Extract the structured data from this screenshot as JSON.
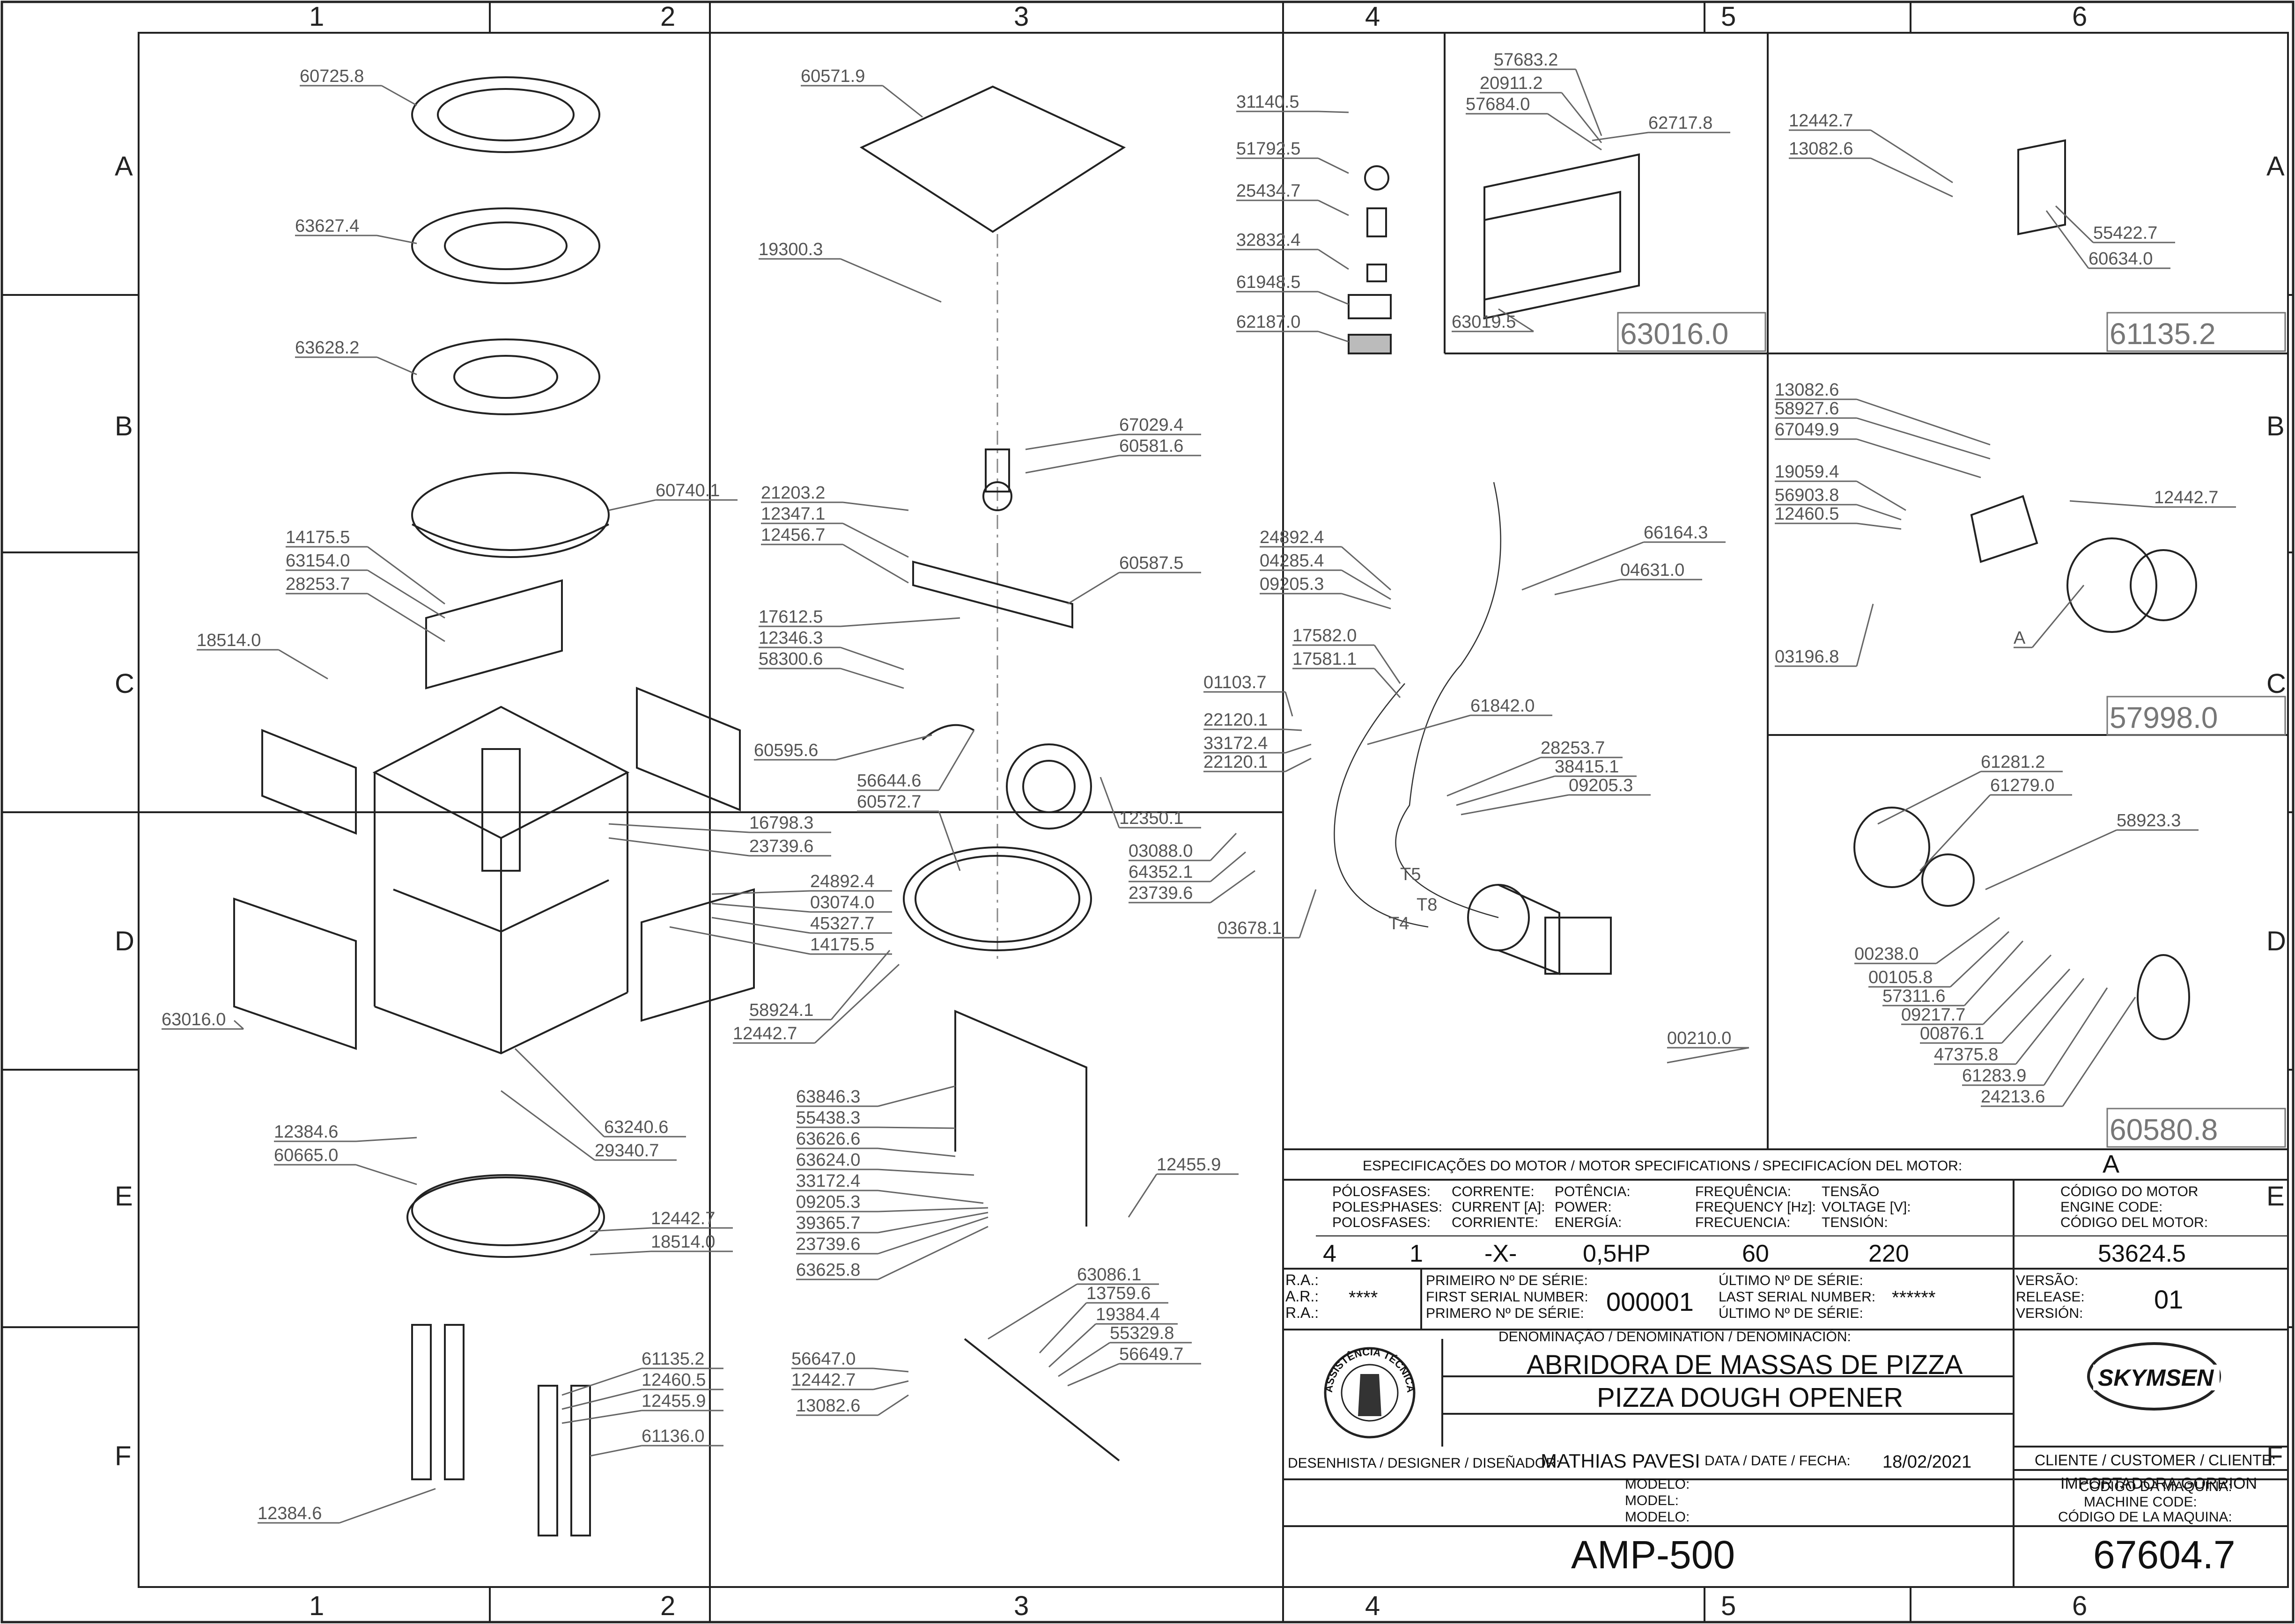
{
  "grid": {
    "columns": [
      "1",
      "2",
      "3",
      "4",
      "5",
      "6"
    ],
    "rows": [
      "A",
      "B",
      "C",
      "D",
      "E",
      "F"
    ]
  },
  "parts": [
    "60725.8",
    "63627.4",
    "63628.2",
    "60740.1",
    "14175.5",
    "63154.0",
    "28253.7",
    "18514.0",
    "16798.3",
    "23739.6",
    "24892.4",
    "03074.0",
    "45327.7",
    "14175.5",
    "63016.0",
    "58924.1",
    "12442.7",
    "63240.6",
    "29340.7",
    "12384.6",
    "60665.0",
    "12442.7",
    "18514.0",
    "61135.2",
    "12460.5",
    "12455.9",
    "61136.0",
    "12384.6",
    "60571.9",
    "19300.3",
    "67029.4",
    "60581.6",
    "21203.2",
    "12347.1",
    "12456.7",
    "60587.5",
    "17612.5",
    "12346.3",
    "58300.6",
    "60595.6",
    "56644.6",
    "60572.7",
    "12350.1",
    "63846.3",
    "55438.3",
    "63626.6",
    "63624.0",
    "33172.4",
    "09205.3",
    "39365.7",
    "23739.6",
    "63625.8",
    "12455.9",
    "63086.1",
    "13759.6",
    "19384.4",
    "55329.8",
    "56649.7",
    "56647.0",
    "12442.7",
    "13082.6",
    "31140.5",
    "51792.5",
    "25434.7",
    "32832.4",
    "61948.5",
    "62187.0",
    "24892.4",
    "04285.4",
    "09205.3",
    "66164.3",
    "04631.0",
    "17582.0",
    "17581.1",
    "01103.7",
    "22120.1",
    "33172.4",
    "22120.1",
    "61842.0",
    "28253.7",
    "38415.1",
    "09205.3",
    "03088.0",
    "64352.1",
    "23739.6",
    "03678.1",
    "00210.0",
    "57683.2",
    "20911.2",
    "57684.0",
    "62717.8",
    "63019.5",
    "12442.7",
    "13082.6",
    "55422.7",
    "60634.0",
    "13082.6",
    "58927.6",
    "67049.9",
    "19059.4",
    "56903.8",
    "12460.5",
    "12442.7",
    "03196.8",
    "A",
    "61281.2",
    "61279.0",
    "58923.3",
    "00238.0",
    "00105.8",
    "57311.6",
    "09217.7",
    "00876.1",
    "47375.8",
    "61283.9",
    "24213.6"
  ],
  "wiring_terminals": [
    "T5",
    "T8",
    "T4"
  ],
  "box_titles": {
    "box5": "63016.0",
    "box6a": "61135.2",
    "box6b": "57998.0",
    "box6c": "60580.8"
  },
  "title_block": {
    "motor_spec_header": "ESPECIFICAÇÕES DO MOTOR / MOTOR SPECIFICATIONS / SPECIFICACÍON DEL MOTOR:",
    "motor_letter": "A",
    "col_heads": [
      [
        "PÓLOS:",
        "POLES:",
        "POLOS:"
      ],
      [
        "FASES:",
        "PHASES:",
        "FASES:"
      ],
      [
        "CORRENTE:",
        "CURRENT [A]:",
        "CORRIENTE:"
      ],
      [
        "POTÊNCIA:",
        "POWER:",
        "ENERGÍA:"
      ],
      [
        "FREQUÊNCIA:",
        "FREQUENCY [Hz]:",
        "FRECUENCIA:"
      ],
      [
        "TENSÃO",
        "VOLTAGE [V]:",
        "TENSIÓN:"
      ],
      [
        "CÓDIGO DO MOTOR",
        "ENGINE CODE:",
        "CÓDIGO DEL MOTOR:"
      ]
    ],
    "col_values": [
      "4",
      "1",
      "-X-",
      "0,5HP",
      "60",
      "220",
      "53624.5"
    ],
    "ra_labels": [
      "R.A.:",
      "A.R.:",
      "R.A.:"
    ],
    "ra_value": "****",
    "first_serial_labels": [
      "PRIMEIRO Nº DE SÉRIE:",
      "FIRST SERIAL NUMBER:",
      "PRIMERO Nº DE SÉRIE:"
    ],
    "first_serial": "000001",
    "last_serial_labels": [
      "ÚLTIMO Nº DE SÉRIE:",
      "LAST SERIAL NUMBER:",
      "ÚLTIMO Nº DE SÉRIE:"
    ],
    "last_serial": "******",
    "version_labels": [
      "VERSÃO:",
      "RELEASE:",
      "VERSIÓN:"
    ],
    "version": "01",
    "denomination_label": "DENOMINAÇÃO / DENOMINATION / DENOMINACIÓN:",
    "name_pt": "ABRIDORA DE MASSAS DE PIZZA",
    "name_en": "PIZZA DOUGH OPENER",
    "seal_text": "ASSISTÊNCIA TÉCNICA AUTORIZADA",
    "brand": "SKYMSEN",
    "client_label": "CLIENTE / CUSTOMER / CLIENTE:",
    "client": "IMPORTADORA GORRION",
    "designer_label": "DESENHISTA / DESIGNER / DISEÑADOR:",
    "designer": "MATHIAS PAVESI",
    "date_label": "DATA / DATE / FECHA:",
    "date": "18/02/2021",
    "model_labels": [
      "MODELO:",
      "MODEL:",
      "MODELO:"
    ],
    "model": "AMP-500",
    "machine_code_labels": [
      "CÓDIGO DA MÁQUINA:",
      "MACHINE CODE:",
      "CÓDIGO DE LA MAQUINA:"
    ],
    "machine_code": "67604.7"
  },
  "colors": {
    "line": "#222222",
    "label": "#555555",
    "box_title": "#777777"
  }
}
